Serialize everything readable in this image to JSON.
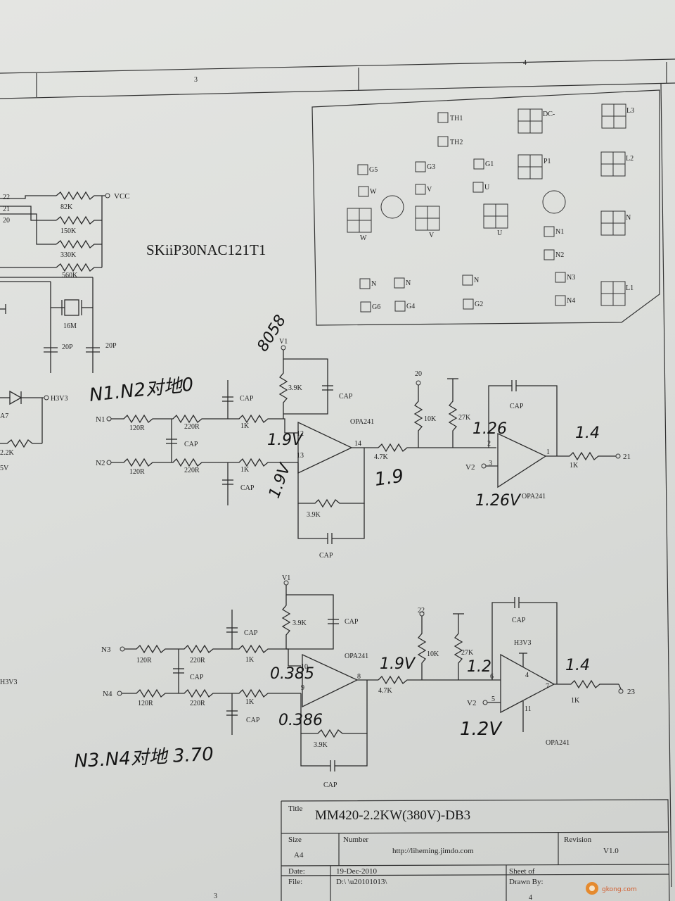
{
  "frame": {
    "zone_top_3": "3",
    "zone_top_4": "4",
    "zone_bottom_3": "3",
    "zone_bottom_4": "4"
  },
  "module": {
    "part_number": "SKiiP30NAC121T1",
    "pads": [
      "TH1",
      "TH2",
      "DC-",
      "L3",
      "L2",
      "N",
      "L1",
      "G5",
      "G3",
      "G1",
      "P1",
      "W",
      "V",
      "U",
      "N1",
      "N2",
      "N3",
      "N4",
      "N",
      "N",
      "N",
      "G6",
      "G4",
      "G2"
    ],
    "pad_label_W": "W",
    "pad_label_V": "V",
    "pad_label_U": "U"
  },
  "left_network": {
    "pins": [
      "22",
      "21",
      "20"
    ],
    "vcc": "VCC",
    "resistors": [
      "82K",
      "150K",
      "330K",
      "560K"
    ],
    "crystal": "16M",
    "caps": [
      "20P",
      "20P"
    ],
    "h3v3": "H3V3",
    "a7": "A7",
    "r22k": "2.2K",
    "v5": "5V",
    "h3v3b": "H3V3"
  },
  "channel1": {
    "in_n1": "N1",
    "in_n2": "N2",
    "r120a": "120R",
    "r220a": "220R",
    "r120b": "120R",
    "r220b": "220R",
    "cap_mid": "CAP",
    "cap_top": "CAP",
    "cap_bot": "CAP",
    "r1k_a": "1K",
    "r1k_b": "1K",
    "v1": "V1",
    "r39k_top": "3.9K",
    "cap_fb_top": "CAP",
    "pin12": "12",
    "pin13": "13",
    "pin14": "14",
    "opamp1": "OPA241",
    "r39k_bot": "3.9K",
    "cap_fb_bot": "CAP",
    "r47k": "4.7K",
    "net20": "20",
    "r10k": "10K",
    "r27k": "27K",
    "pin2": "2",
    "pin3": "3",
    "pin1": "1",
    "v2": "V2",
    "cap_fb2": "CAP",
    "opamp2": "OPA241",
    "r1k_out": "1K",
    "out": "21"
  },
  "channel2": {
    "in_n3": "N3",
    "in_n4": "N4",
    "r120a": "120R",
    "r220a": "220R",
    "r120b": "120R",
    "r220b": "220R",
    "cap_mid": "CAP",
    "cap_top": "CAP",
    "cap_bot": "CAP",
    "r1k_a": "1K",
    "r1k_b": "1K",
    "v1": "V1",
    "r39k_top": "3.9K",
    "cap_fb_top": "CAP",
    "pin10": "10",
    "pin9": "9",
    "pin8": "8",
    "opamp1": "OPA241",
    "r39k_bot": "3.9K",
    "cap_fb_bot": "CAP",
    "r47k": "4.7K",
    "net22": "22",
    "r10k": "10K",
    "r27k": "27K",
    "h3v3": "H3V3",
    "pin6": "6",
    "pin5": "5",
    "pin4": "4",
    "pin7": "7",
    "pin11": "11",
    "v2": "V2",
    "cap_fb2": "CAP",
    "opamp2": "OPA241",
    "r1k_out": "1K",
    "out": "23"
  },
  "handwritten": {
    "top_v1": "8058",
    "n1n2_note": "N1.N2对地0",
    "pin12_v": "1.9V",
    "pin13_v": "1.9V",
    "out14_v": "1.9",
    "pin2_v": "1.26",
    "pin3_v": "1.26V",
    "out1_v": "1.4",
    "pin10_v": "0.385",
    "pin9_v": "0.386",
    "out8_v": "1.9V",
    "pin6_v": "1.2",
    "pin5_v": "1.2V",
    "out7_v": "1.4",
    "n3n4_note": "N3.N4对地 3.70"
  },
  "title_block": {
    "title_label": "Title",
    "title": "MM420-2.2KW(380V)-DB3",
    "size_label": "Size",
    "size": "A4",
    "number_label": "Number",
    "number": "http://liheming.jimdo.com",
    "revision_label": "Revision",
    "revision": "V1.0",
    "date_label": "Date:",
    "date": "19-Dec-2010",
    "file_label": "File:",
    "file": "D:\\          \\u20101013\\",
    "sheet_label": "Sheet    of",
    "drawn_label": "Drawn By:"
  },
  "watermark": {
    "text": "gkong.com"
  }
}
